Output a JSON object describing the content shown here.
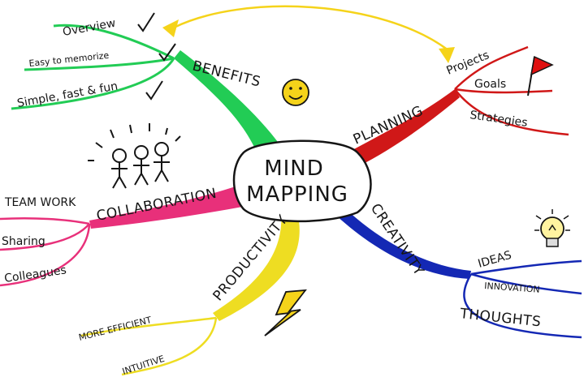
{
  "center": {
    "line1": "MIND",
    "line2": "MAPPING"
  },
  "branches": {
    "benefits": {
      "label": "BENEFITS",
      "color": "#22cc55",
      "items": [
        "Overview",
        "Easy to memorize",
        "Simple, fast & fun"
      ]
    },
    "planning": {
      "label": "PLANNING",
      "color": "#d01818",
      "items": [
        "Projects",
        "Goals",
        "Strategies"
      ]
    },
    "collaboration": {
      "label": "COLLABORATION",
      "color": "#e8307a",
      "items": [
        "TEAM WORK",
        "Sharing",
        "Colleagues"
      ]
    },
    "creativity": {
      "label": "CREATIVITY",
      "color": "#1428b4",
      "items": [
        "IDEAS",
        "INNOVATION",
        "THOUGHTS"
      ]
    },
    "productivity": {
      "label": "PRODUCTIVITY",
      "color": "#eedd22",
      "items": [
        "MORE EFFICIENT",
        "INTUITIVE"
      ]
    }
  },
  "icons": [
    "smiley-face-icon",
    "red-flag-icon",
    "stick-figures-icon",
    "light-bulb-icon",
    "lightning-bolt-icon",
    "checkmark-icon"
  ],
  "accent_colors": {
    "link_arrow": "#f5d31a",
    "outline": "#151515"
  }
}
